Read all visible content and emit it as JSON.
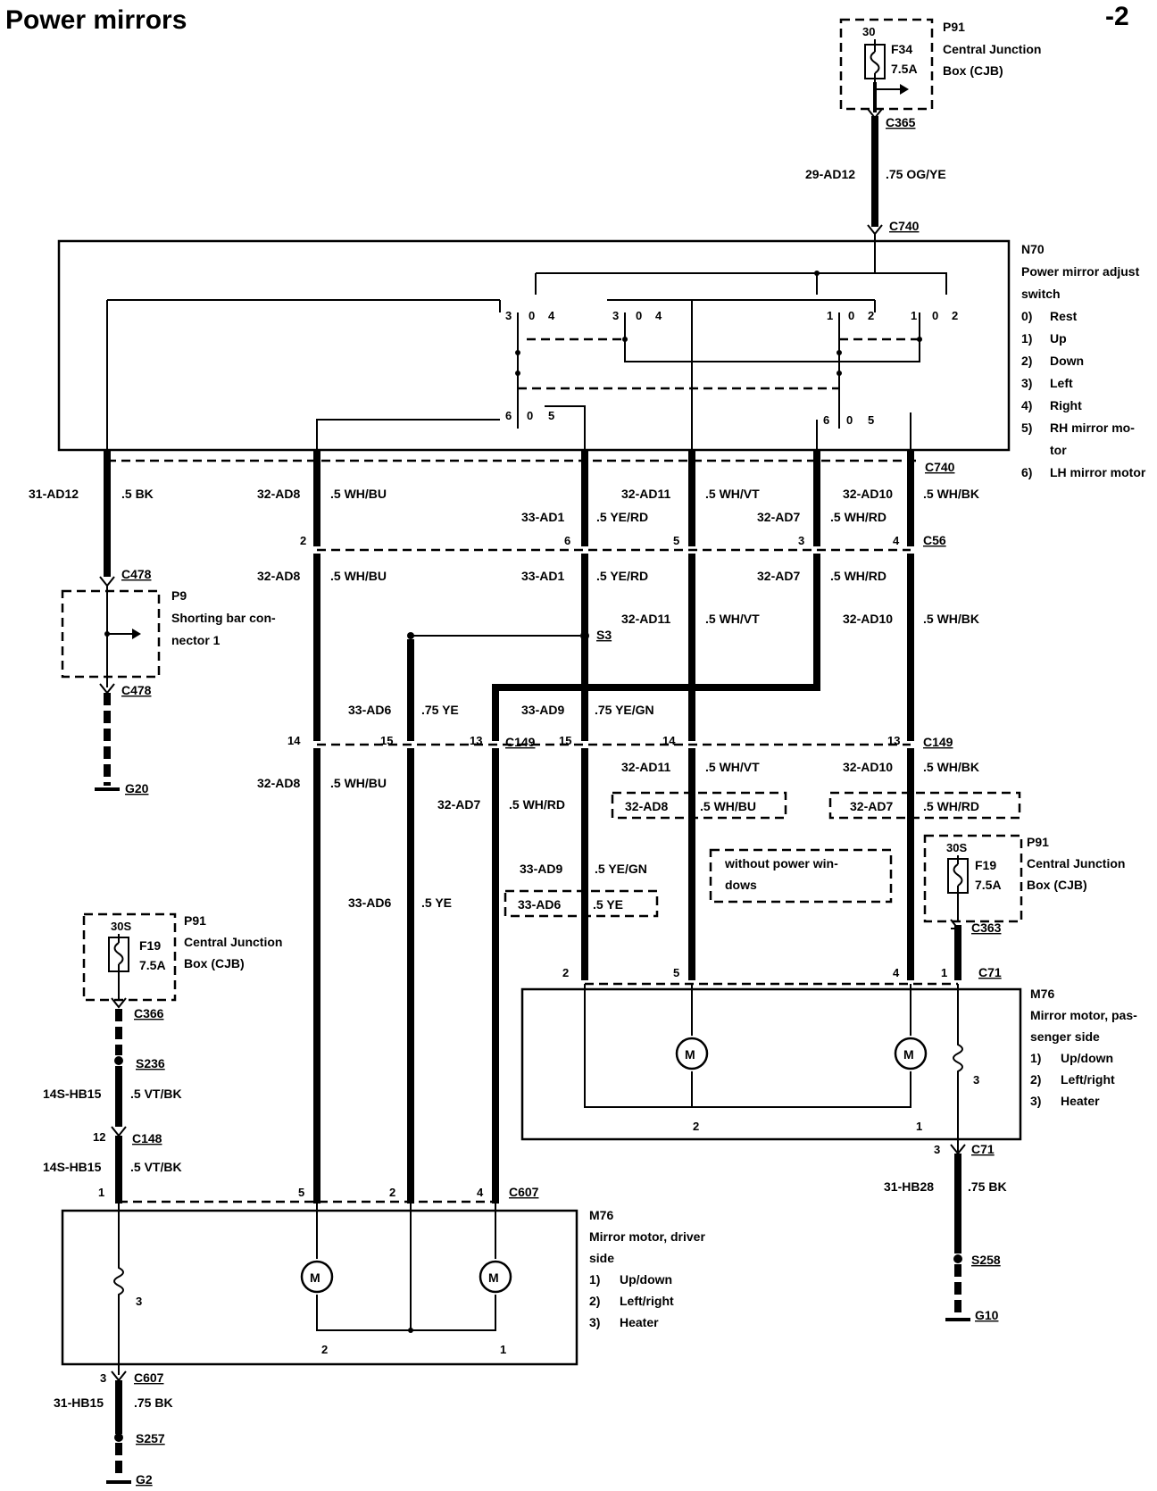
{
  "header": {
    "title": "Power mirrors",
    "page_number": "-2"
  },
  "components": {
    "p91_top": {
      "id": "P91",
      "line1": "Central Junction",
      "line2": "Box (CJB)",
      "terminal": "30",
      "fuse": "F34",
      "rating": "7.5A",
      "connector": "C365"
    },
    "n70": {
      "id": "N70",
      "desc1": "Power mirror adjust",
      "desc2": "switch",
      "connector_top": "C740",
      "connector_bottom": "C740",
      "legend": [
        {
          "num": "0)",
          "text": "Rest"
        },
        {
          "num": "1)",
          "text": "Up"
        },
        {
          "num": "2)",
          "text": "Down"
        },
        {
          "num": "3)",
          "text": "Left"
        },
        {
          "num": "4)",
          "text": "Right"
        },
        {
          "num": "5)",
          "text": "RH mirror mo-"
        },
        {
          "num": "",
          "text": "tor"
        },
        {
          "num": "6)",
          "text": "LH mirror motor"
        }
      ],
      "pos": {
        "n0": "0",
        "n1": "1",
        "n2": "2",
        "n3": "3",
        "n4": "4",
        "n5": "5",
        "n6": "6"
      }
    },
    "p9": {
      "id": "P9",
      "desc1": "Shorting bar con-",
      "desc2": "nector 1",
      "connector": "C478"
    },
    "p91_left": {
      "id": "P91",
      "line1": "Central Junction",
      "line2": "Box (CJB)",
      "terminal": "30S",
      "fuse": "F19",
      "rating": "7.5A",
      "connector": "C366"
    },
    "p91_right": {
      "id": "P91",
      "line1": "Central Junction",
      "line2": "Box (CJB)",
      "terminal": "30S",
      "fuse": "F19",
      "rating": "7.5A",
      "connector": "C363"
    },
    "m76_pass": {
      "id": "M76",
      "desc1": "Mirror motor, pas-",
      "desc2": "senger side",
      "legend": [
        {
          "num": "1)",
          "text": "Up/down"
        },
        {
          "num": "2)",
          "text": "Left/right"
        },
        {
          "num": "3)",
          "text": "Heater"
        }
      ],
      "connector": "C71"
    },
    "m76_drv": {
      "id": "M76",
      "desc1": "Mirror motor, driver",
      "desc2": "side",
      "legend": [
        {
          "num": "1)",
          "text": "Up/down"
        },
        {
          "num": "2)",
          "text": "Left/right"
        },
        {
          "num": "3)",
          "text": "Heater"
        }
      ],
      "connector": "C607"
    },
    "motor_symbol": "M"
  },
  "connectors": {
    "c56": "C56",
    "c149": "C149",
    "c148": "C148",
    "s3": "S3",
    "s236": "S236",
    "s257": "S257",
    "s258": "S258",
    "g20": "G20",
    "g2": "G2",
    "g10": "G10"
  },
  "wires": {
    "w29_ad12": {
      "code": "29-AD12",
      "spec": ".75 OG/YE"
    },
    "w31_ad12": {
      "code": "31-AD12",
      "spec": ".5 BK"
    },
    "w32_ad8": {
      "code": "32-AD8",
      "spec": ".5 WH/BU"
    },
    "w33_ad1": {
      "code": "33-AD1",
      "spec": ".5 YE/RD"
    },
    "w32_ad11": {
      "code": "32-AD11",
      "spec": ".5 WH/VT"
    },
    "w32_ad7": {
      "code": "32-AD7",
      "spec": ".5 WH/RD"
    },
    "w32_ad10": {
      "code": "32-AD10",
      "spec": ".5 WH/BK"
    },
    "w33_ad6_75": {
      "code": "33-AD6",
      "spec": ".75 YE"
    },
    "w33_ad9_75": {
      "code": "33-AD9",
      "spec": ".75 YE/GN"
    },
    "w33_ad9": {
      "code": "33-AD9",
      "spec": ".5 YE/GN"
    },
    "w33_ad6": {
      "code": "33-AD6",
      "spec": ".5 YE"
    },
    "w14s_hb15": {
      "code": "14S-HB15",
      "spec": ".5 VT/BK"
    },
    "w31_hb15": {
      "code": "31-HB15",
      "spec": ".75 BK"
    },
    "w31_hb28": {
      "code": "31-HB28",
      "spec": ".75 BK"
    }
  },
  "notes": {
    "without1": "without power win-",
    "without2": "dows"
  },
  "pins": {
    "c56": [
      "2",
      "6",
      "5",
      "3",
      "4"
    ],
    "c149": [
      "14",
      "15",
      "13",
      "15",
      "14",
      "13"
    ],
    "c71": [
      "2",
      "5",
      "4",
      "1"
    ],
    "c148": "12",
    "c607": [
      "1",
      "5",
      "2",
      "4"
    ],
    "m_pass_bottom": [
      "2",
      "1",
      "3"
    ],
    "m_drv_bottom": [
      "2",
      "1",
      "3"
    ],
    "ground_pin": "3"
  }
}
